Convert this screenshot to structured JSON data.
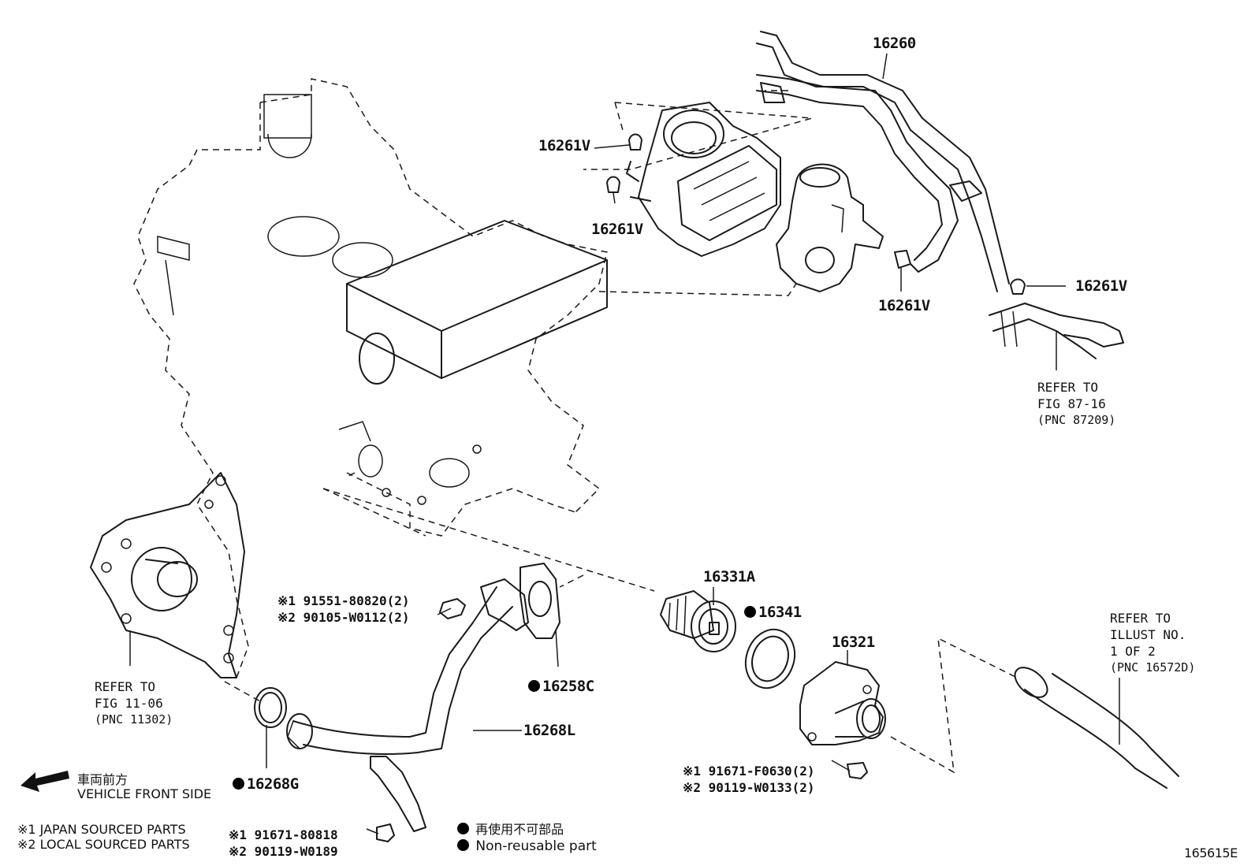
{
  "labels": {
    "p16260": "16260",
    "p16261v_a": "16261V",
    "p16261v_b": "16261V",
    "p16261v_c": "16261V",
    "p16261v_d": "16261V",
    "p16331a": "16331A",
    "p16341": "16341",
    "p16321": "16321",
    "p16258c": "16258C",
    "p16268l": "16268L",
    "p16268g": "16268G",
    "drawing_no": "165615E"
  },
  "refs": {
    "fig87": [
      "REFER TO",
      "FIG 87-16",
      "(PNC 87209)"
    ],
    "fig11": [
      "REFER TO",
      "FIG 11-06",
      "(PNC 11302)"
    ],
    "illust": [
      "REFER TO",
      "ILLUST NO.",
      "1 OF 2",
      "(PNC 16572D)"
    ]
  },
  "bolts": {
    "bolt1": [
      "※1 91551-80820(2)",
      "※2 90105-W0112(2)"
    ],
    "bolt2": [
      "※1 91671-F0630(2)",
      "※2 90119-W0133(2)"
    ],
    "bolt3": [
      "※1 91671-80818",
      "※2 90119-W0189"
    ]
  },
  "legend": {
    "front_jp": "車両前方",
    "front_en": "VEHICLE FRONT SIDE",
    "japan_parts": "※1 JAPAN SOURCED PARTS",
    "local_parts": "※2 LOCAL SOURCED PARTS",
    "nonreusable_jp": "再使用不可部品",
    "nonreusable_en": "Non-reusable part"
  }
}
